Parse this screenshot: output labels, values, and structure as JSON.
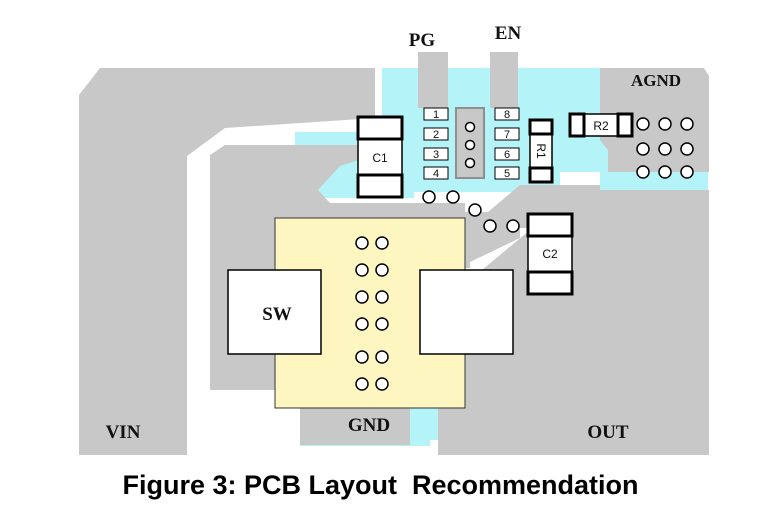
{
  "labels": {
    "pg": "PG",
    "en": "EN",
    "agnd": "AGND",
    "vin": "VIN",
    "gnd": "GND",
    "out": "OUT",
    "sw": "SW"
  },
  "components": {
    "c1": "C1",
    "c2": "C2",
    "r1": "R1",
    "r2": "R2"
  },
  "pins": [
    "1",
    "2",
    "3",
    "4",
    "8",
    "7",
    "6",
    "5"
  ],
  "caption": "Figure 3: PCB Layout  Recommendation",
  "colors": {
    "copper": "#c8c8c8",
    "analog_ground": "#b4f4f8",
    "thermal_pad": "#fdf6c0",
    "outline": "#000000"
  }
}
